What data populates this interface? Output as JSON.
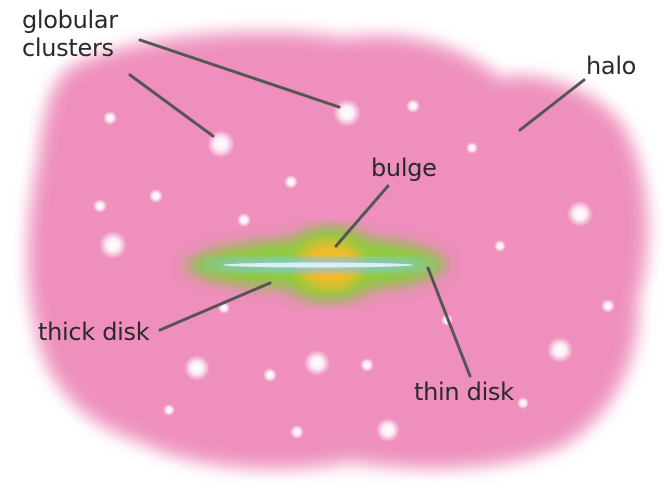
{
  "labels": {
    "globular_line1": "globular",
    "globular_line2": "clusters",
    "halo": "halo",
    "bulge": "bulge",
    "thick_disk": "thick disk",
    "thin_disk": "thin disk"
  },
  "colors": {
    "halo_fill": "#ee8fbd",
    "halo_edge": "#f4b3d2",
    "thick_disk": "#8dcd3c",
    "thick_disk_dark": "#5ea72b",
    "bulge": "#f6ba2a",
    "thin_disk": "#7fc6e8",
    "thin_disk_core": "#d8f0fb",
    "star": "#ffffff",
    "leader_line": "#555555",
    "label_text": "#2a2a2a"
  }
}
